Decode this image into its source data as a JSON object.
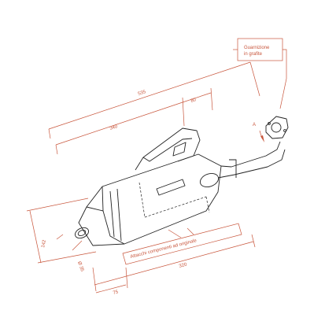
{
  "labels": {
    "gasket_line1": "Guarnizione",
    "gasket_line2": "in grafite",
    "view_marker": "A",
    "mounts_note": "Attacchi componenti ad originale"
  },
  "dimensions": {
    "overall_length": "535",
    "body_length": "340",
    "bracket_offset": "80",
    "height": "142",
    "diameter": "Ø 35",
    "body_width": "320",
    "end_offset": "75"
  },
  "colors": {
    "dimension_lines": "#c8553b",
    "part_lines": "#222222",
    "background": "#ffffff"
  }
}
